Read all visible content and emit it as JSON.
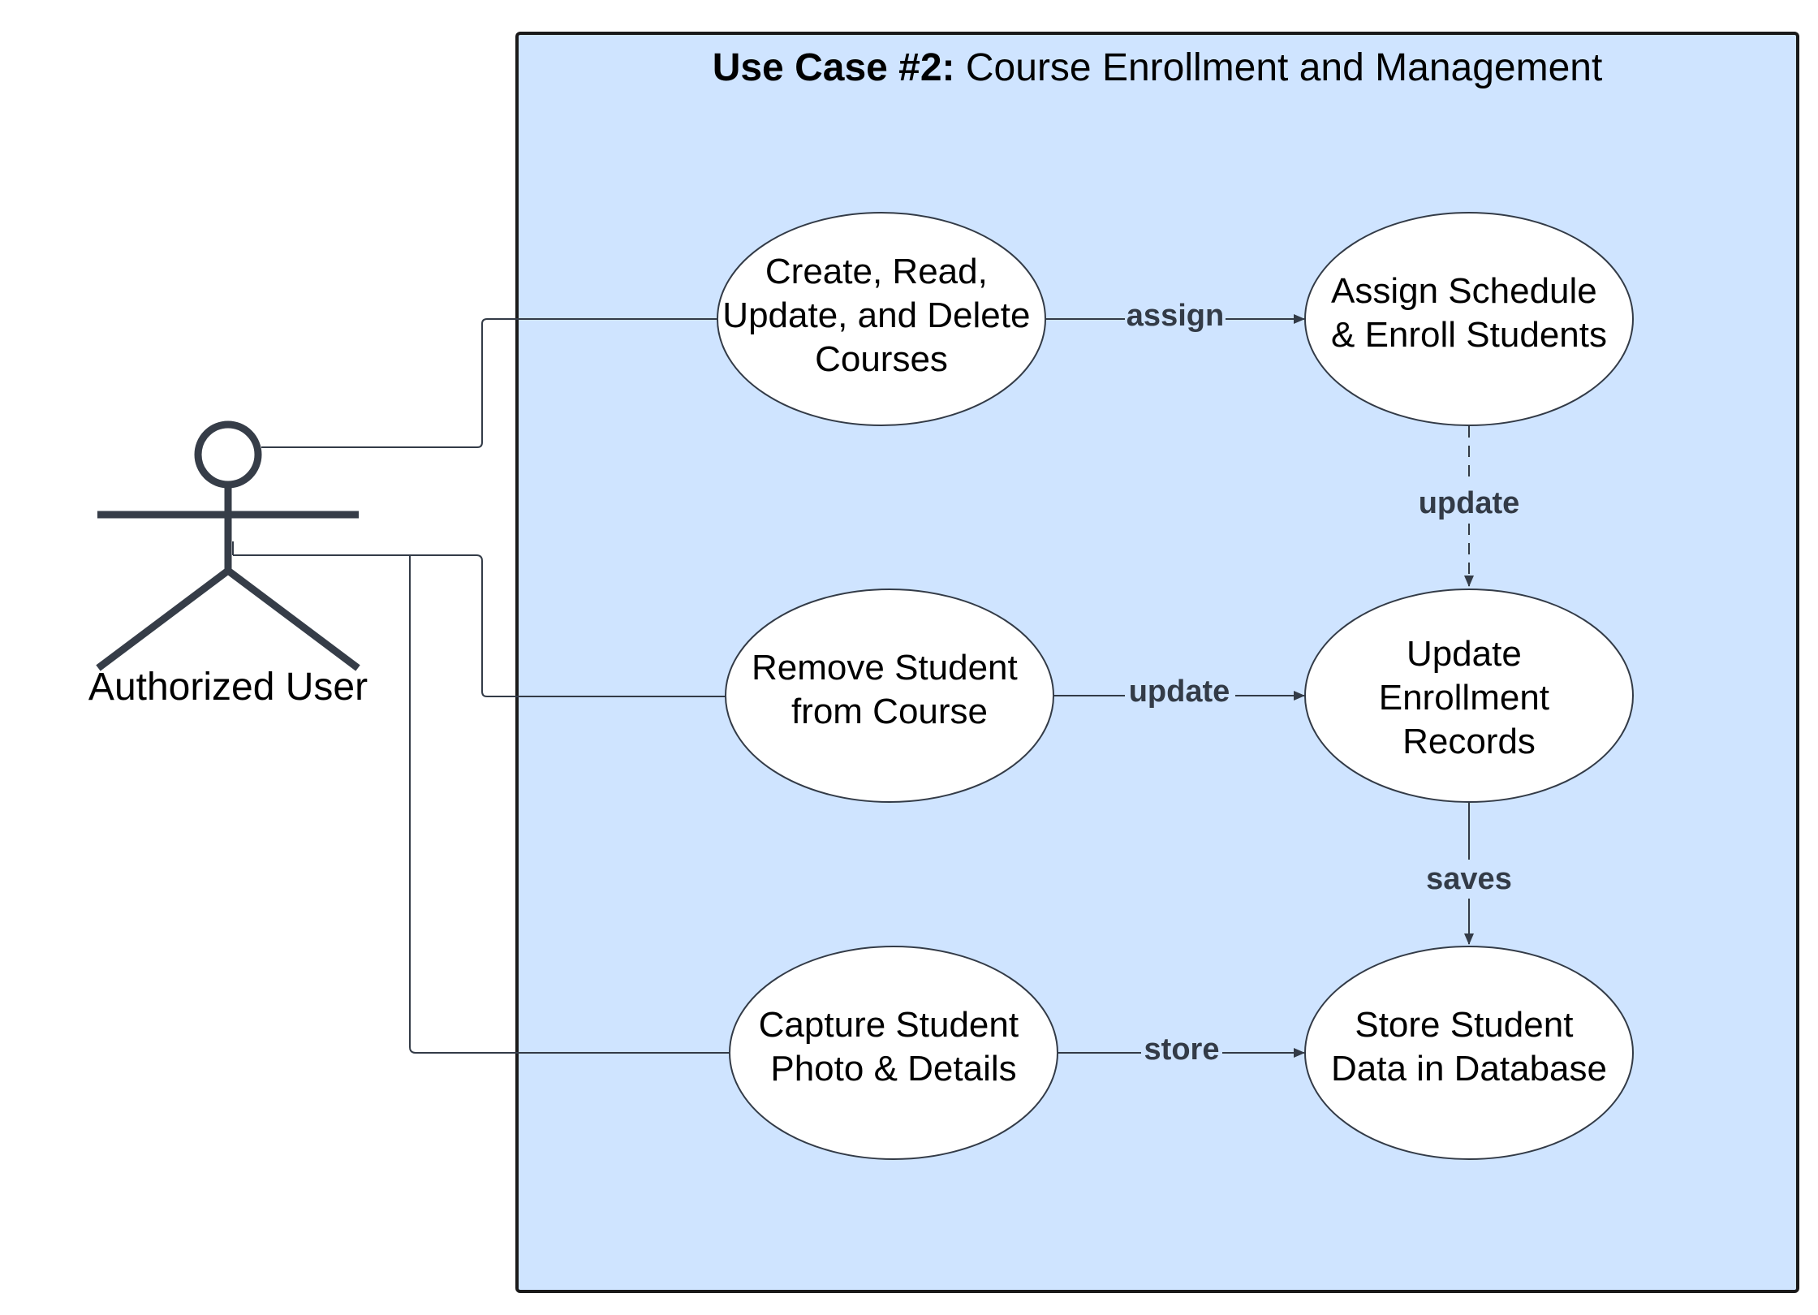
{
  "system": {
    "title_bold": "Use Case #2:",
    "title_rest": " Course Enrollment and Management"
  },
  "actor": {
    "name": "Authorized User"
  },
  "use_cases": {
    "crud_courses": [
      "Create, Read,",
      "Update, and Delete",
      "Courses"
    ],
    "assign_schedule": [
      "Assign Schedule",
      "& Enroll Students"
    ],
    "remove_student": [
      "Remove Student",
      "from Course"
    ],
    "update_enrollment": [
      "Update",
      "Enrollment",
      "Records"
    ],
    "capture_photo": [
      "Capture Student",
      "Photo & Details"
    ],
    "store_data": [
      "Store Student",
      "Data in Database"
    ]
  },
  "relations": {
    "assign": "assign",
    "update_dashed": "update",
    "update_remove": "update",
    "saves": "saves",
    "store": "store"
  },
  "colors": {
    "system_fill": "#cfe4ff",
    "system_stroke": "#1a1a1a",
    "actor_stroke": "#363d48",
    "line": "#333b47",
    "ellipse_fill": "#ffffff"
  }
}
